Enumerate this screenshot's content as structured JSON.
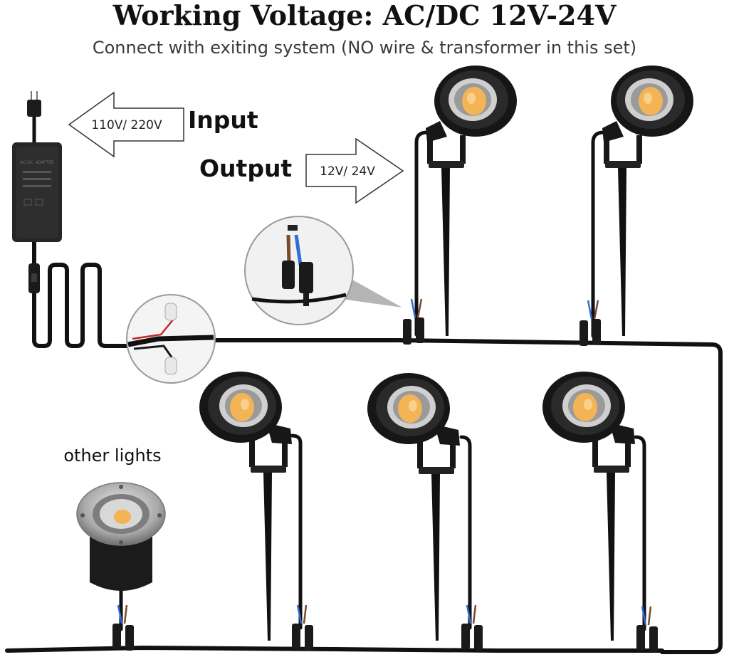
{
  "title": "Working Voltage: AC/DC 12V-24V",
  "subtitle": "Connect with exiting system (NO wire & transformer in this set)",
  "labels": {
    "input": "Input",
    "output": "Output",
    "input_voltage": "110V/ 220V",
    "output_voltage": "12V/ 24V",
    "other_lights": "other lights",
    "adapter_text": "AC/DC ADAPTER"
  },
  "colors": {
    "cable": "#111111",
    "fixture_body": "#151515",
    "led_warm": "#f2b455",
    "reflector": "#c9c9c9",
    "steel_ring": "#a9a9a9",
    "wire_blue": "#2f6fd6",
    "wire_brown": "#7a4a2a"
  },
  "icons": [
    "plug-icon",
    "power-adapter-icon",
    "switch-icon",
    "connector-zoom-icon",
    "wire-junction-zoom-icon",
    "spotlight-icon",
    "inground-light-icon"
  ]
}
